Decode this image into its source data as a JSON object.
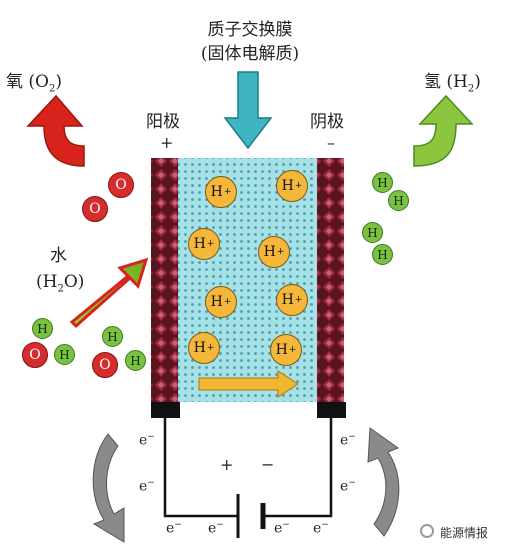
{
  "header": {
    "line1": "质子交换膜",
    "line2": "(固体电解质)"
  },
  "labels": {
    "anode": "阳极",
    "cathode": "阴极",
    "anode_sign": "+",
    "cathode_sign": "–",
    "oxygen": "氧 (O",
    "oxygen_sub": "2",
    "oxygen_end": ")",
    "hydrogen": "氢 (H",
    "hydrogen_sub": "2",
    "hydrogen_end": ")",
    "water": "水",
    "water_formula_a": "(H",
    "water_formula_sub": "2",
    "water_formula_b": "O)"
  },
  "ions": {
    "symbol": "H",
    "charge": "+"
  },
  "atoms": {
    "oxygen": "O",
    "hydrogen": "H"
  },
  "electron": {
    "symbol": "e",
    "charge": "−"
  },
  "battery": {
    "plus": "+",
    "minus": "−"
  },
  "watermark": "能源情报",
  "colors": {
    "membrane": "#9fdde5",
    "electrode": "#8b1c2c",
    "ion_fill": "#f5b73a",
    "oxygen_atom": "#d52d2d",
    "hydrogen_atom": "#7ac142",
    "arrow_in": "#3fb5bf",
    "arrow_oxygen": "#d8231c",
    "arrow_hydrogen": "#7ac142",
    "arrow_proton": "#f2b632",
    "arrow_electron": "#8a8a8a"
  }
}
